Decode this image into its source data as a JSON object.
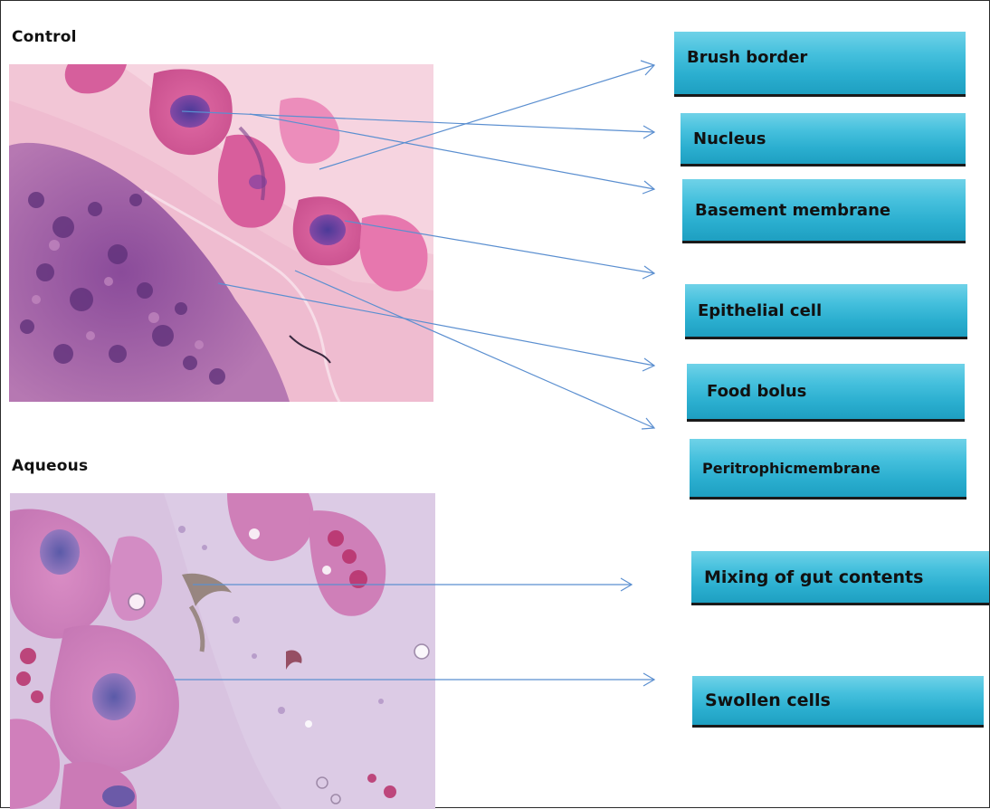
{
  "sections": {
    "control": {
      "title": "Control"
    },
    "aqueous": {
      "title": "Aqueous"
    }
  },
  "labels": {
    "brush_border": "Brush border",
    "nucleus": "Nucleus",
    "basement_membrane": "Basement membrane",
    "epithelial_cell": "Epithelial cell",
    "food_bolus": "Food bolus",
    "peritrophic_membrane": "Peritrophicmembrane",
    "mixing_of_gut_contents": "Mixing of gut contents",
    "swollen_cells": "Swollen cells"
  },
  "colors": {
    "label_box": "#2aaecf",
    "leader_line": "#5b8fd0",
    "control_stain": "#e07ab0",
    "aqueous_stain": "#cf9ccd"
  }
}
